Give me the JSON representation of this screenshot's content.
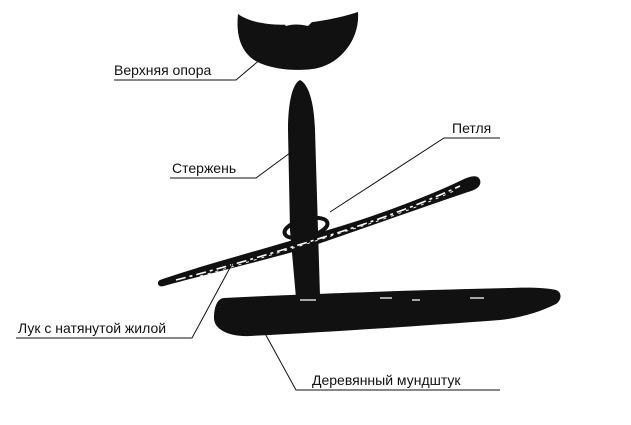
{
  "diagram": {
    "labels": {
      "top_support": "Верхняя опора",
      "rod": "Стержень",
      "loop": "Петля",
      "bow": "Лук с натянутой жилой",
      "mouthpiece": "Деревянный мундштук"
    },
    "colors": {
      "ink": "#111111",
      "background": "#ffffff"
    }
  }
}
